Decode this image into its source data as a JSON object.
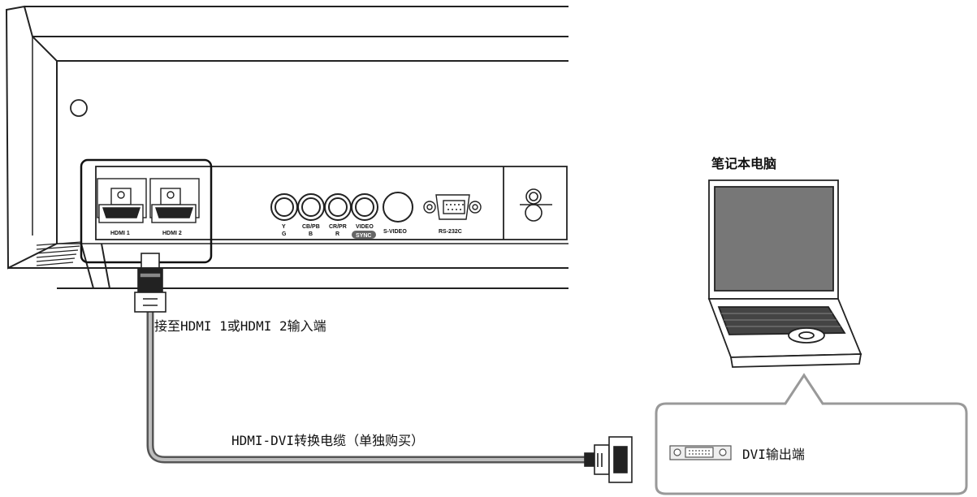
{
  "laptop": {
    "title": "笔记本电脑"
  },
  "connection": {
    "hdmi_input_note": "接至HDMI 1或HDMI 2输入端",
    "cable_label": "HDMI-DVI转换电缆（单独购买）"
  },
  "callout": {
    "dvi_output_label": "DVI输出端"
  },
  "projector_ports": {
    "hdmi1": "HDMI 1",
    "hdmi2": "HDMI 2",
    "y_top": "Y",
    "y_bottom": "G",
    "cb_top": "CB/PB",
    "cb_bottom": "B",
    "cr_top": "CR/PR",
    "cr_bottom": "R",
    "video": "VIDEO",
    "sync": "SYNC",
    "svideo": "S-VIDEO",
    "rs232c": "RS-232C"
  }
}
